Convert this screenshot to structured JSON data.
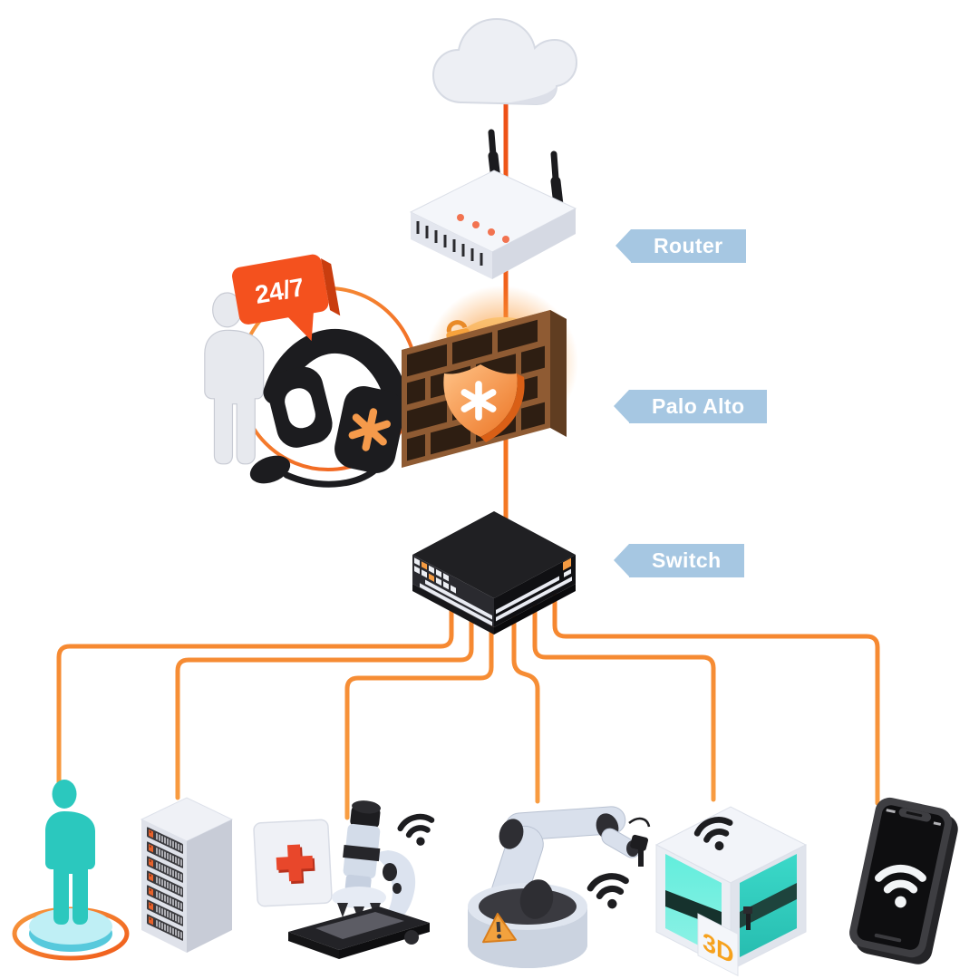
{
  "diagram": {
    "type": "network-topology-illustration",
    "labels": {
      "router": "Router",
      "firewall": "Palo Alto",
      "switch": "Switch"
    },
    "badges": {
      "support": "24/7",
      "printer": "3D"
    },
    "colors": {
      "connection_top": "#ED4D16",
      "connection_mid": "#F4731F",
      "connection_bottom": "#F9A94C",
      "label_background": "#A6C7E2",
      "label_text": "#FFFFFF",
      "teal_figure": "#2BC8BE",
      "firewall_brick": "#8F5B33",
      "alert_orange": "#F2A23E",
      "medical_red": "#E8472B"
    },
    "nodes": [
      {
        "id": "cloud",
        "icon": "cloud-icon"
      },
      {
        "id": "router",
        "icon": "router-icon",
        "label": "Router"
      },
      {
        "id": "support",
        "icon": "headset-icon",
        "badge": "24/7"
      },
      {
        "id": "firewall",
        "icon": "firewall-icon",
        "label": "Palo Alto"
      },
      {
        "id": "switch",
        "icon": "switch-icon",
        "label": "Switch"
      },
      {
        "id": "user",
        "icon": "person-icon"
      },
      {
        "id": "server",
        "icon": "server-rack-icon"
      },
      {
        "id": "medical-device",
        "icon": "microscope-icon"
      },
      {
        "id": "robotic-arm",
        "icon": "robot-arm-icon"
      },
      {
        "id": "printer-3d",
        "icon": "3d-printer-icon",
        "badge": "3D"
      },
      {
        "id": "smartphone",
        "icon": "smartphone-icon"
      }
    ],
    "connections": [
      {
        "from": "cloud",
        "to": "router"
      },
      {
        "from": "router",
        "to": "firewall"
      },
      {
        "from": "firewall",
        "to": "switch"
      },
      {
        "from": "switch",
        "to": "user"
      },
      {
        "from": "switch",
        "to": "server"
      },
      {
        "from": "switch",
        "to": "medical-device"
      },
      {
        "from": "switch",
        "to": "robotic-arm"
      },
      {
        "from": "switch",
        "to": "printer-3d"
      },
      {
        "from": "switch",
        "to": "smartphone"
      }
    ]
  }
}
